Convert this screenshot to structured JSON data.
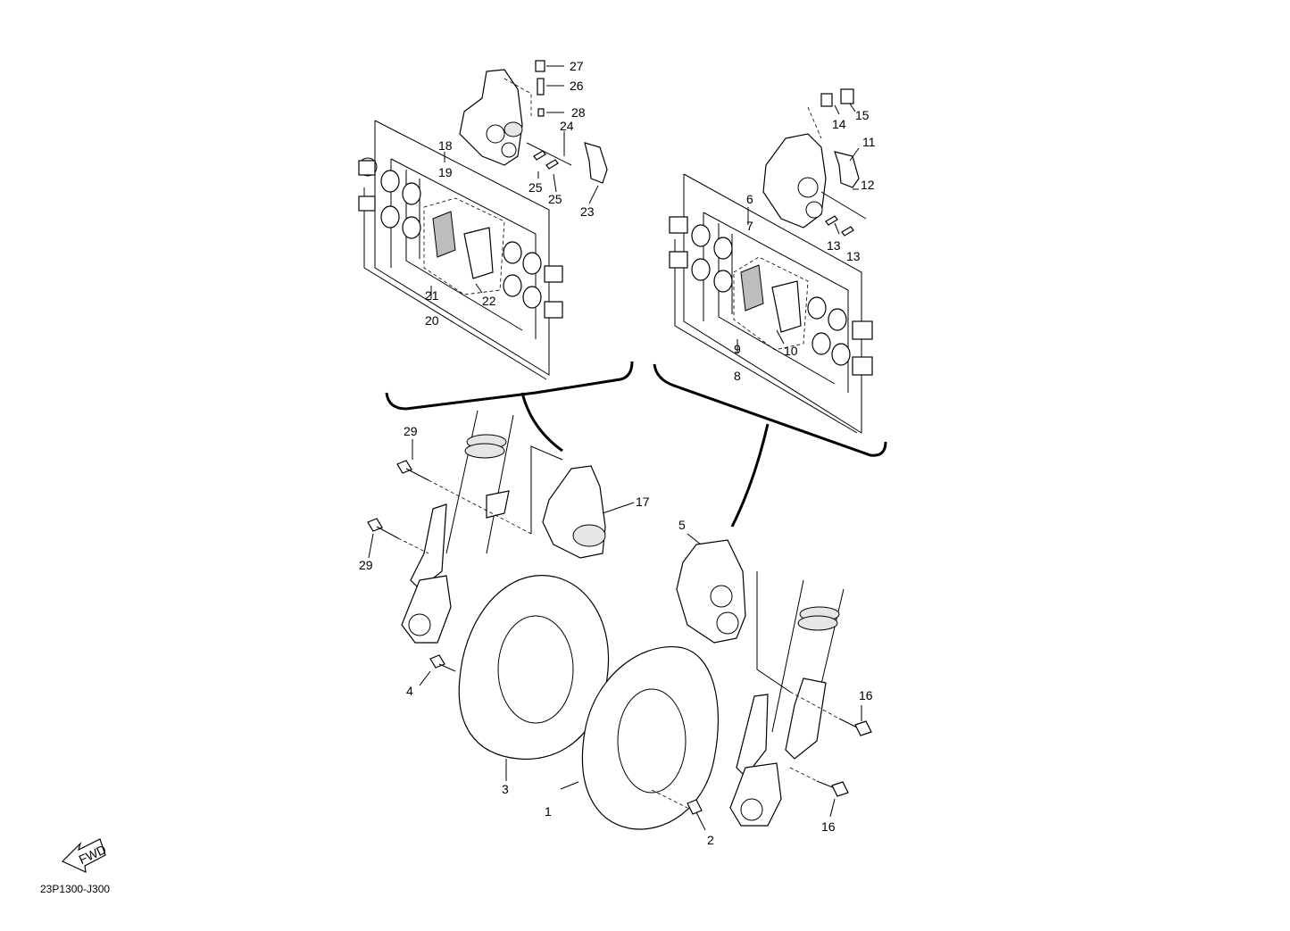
{
  "diagram_code": "23P1300-J300",
  "fwd_label": "FWD",
  "callouts": {
    "c1": "1",
    "c2": "2",
    "c3": "3",
    "c4": "4",
    "c5": "5",
    "c6": "6",
    "c7": "7",
    "c8": "8",
    "c9": "9",
    "c10": "10",
    "c11": "11",
    "c12": "12",
    "c13": "13",
    "c14": "14",
    "c15": "15",
    "c16": "16",
    "c17": "17",
    "c18": "18",
    "c19": "19",
    "c20": "20",
    "c21": "21",
    "c22": "22",
    "c23": "23",
    "c24": "24",
    "c25": "25",
    "c26": "26",
    "c27": "27",
    "c28": "28",
    "c29": "29"
  }
}
